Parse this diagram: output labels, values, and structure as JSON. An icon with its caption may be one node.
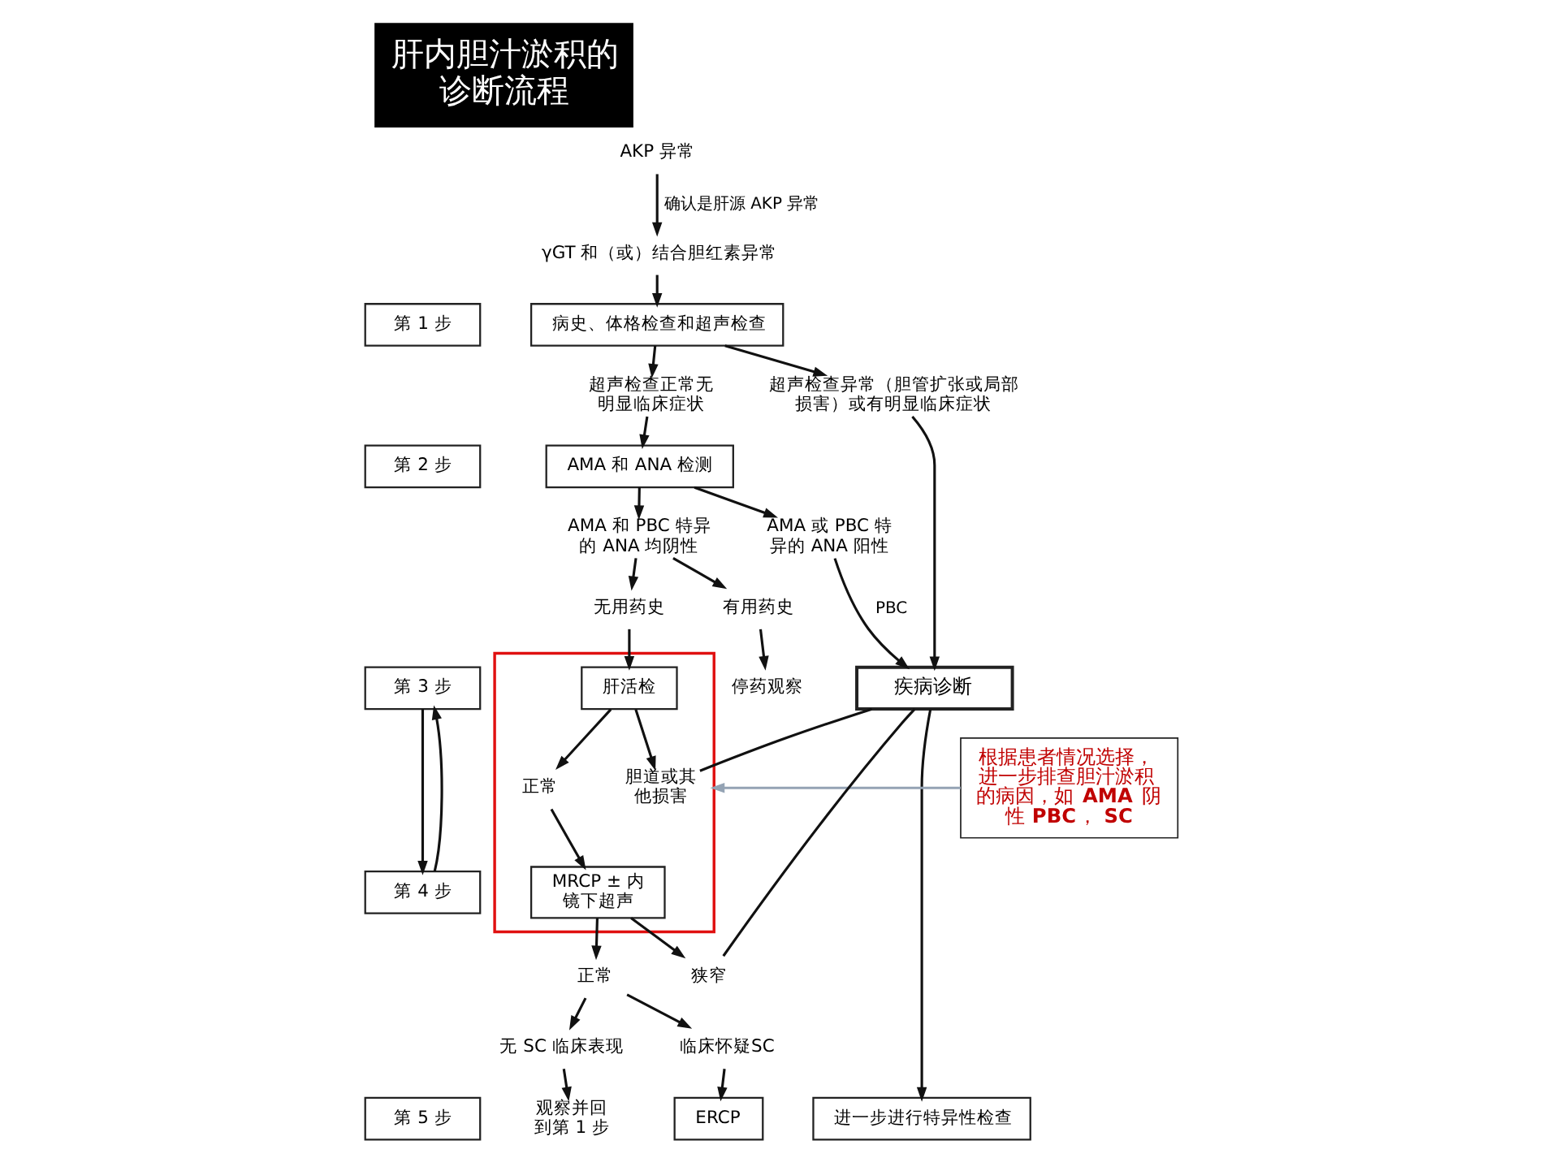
{
  "diagram": {
    "title": "肝内胆汁淤积的诊断流程",
    "nodes": [
      {
        "text": [
          "AKP 异常"
        ]
      },
      {
        "text": [
          "γGT 和（或）结合胆红素异常"
        ]
      },
      {
        "text": [
          "第 1 步"
        ]
      },
      {
        "text": [
          "病史、体格检查和超声检查"
        ]
      },
      {
        "text": [
          "超声检查正常无明显临床症状"
        ]
      },
      {
        "text": [
          "超声检查异常（胆管扩张或局部损害）或有明显临床症状"
        ]
      },
      {
        "text": [
          "第 2 步"
        ]
      },
      {
        "text": [
          "AMA 和 ANA 检测"
        ]
      },
      {
        "text": [
          "AMA 和 PBC 特异的 ANA 均阴性"
        ]
      },
      {
        "text": [
          "AMA 或 PBC 特异的 ANA 阳性"
        ]
      },
      {
        "text": [
          "无用药史"
        ]
      },
      {
        "text": [
          "有用药史"
        ]
      },
      {
        "text": [
          "第 3 步"
        ]
      },
      {
        "text": [],
        "shape": "box"
      },
      {
        "text": [
          "肝活检"
        ],
        "in": 13
      },
      {
        "text": [
          "停药观察"
        ]
      },
      {
        "text": [
          "疾病诊断"
        ]
      },
      {
        "text": [
          "正常"
        ],
        "in": 13
      },
      {
        "text": [
          "胆道或其他损害"
        ],
        "in": 13
      },
      {
        "text": [
          "根据患者情况选择，进一步排查胆汁淤积的病因，如 **AMA** 阴性 **PBC**， **SC**"
        ]
      },
      {
        "text": [
          "第 4 步"
        ]
      },
      {
        "text": [
          "MRCP ± 内镜下超声"
        ],
        "in": 13
      },
      {
        "text": [
          "正常"
        ]
      },
      {
        "text": [
          "狭窄"
        ]
      },
      {
        "text": [
          "无 SC 临床表现"
        ]
      },
      {
        "text": [
          "临床怀疑SC"
        ]
      },
      {
        "text": [
          "第 5 步"
        ]
      },
      {
        "text": [
          "观察并回到第 1 步"
        ]
      },
      {
        "text": [
          "ERCP"
        ]
      },
      {
        "text": [
          "进一步进行特异性检查"
        ]
      }
    ],
    "edges": [
      {
        "from": 0,
        "to": 1,
        "arrow": "to",
        "label": "确认是肝源 AKP 异常"
      },
      {
        "from": 1,
        "to": 3,
        "arrow": "to"
      },
      {
        "from": 3,
        "to": 4,
        "arrow": "to"
      },
      {
        "from": 3,
        "to": 5,
        "arrow": "to"
      },
      {
        "from": 4,
        "to": 7,
        "arrow": "to"
      },
      {
        "from": 5,
        "to": 16,
        "arrow": "to"
      },
      {
        "from": 7,
        "to": 8,
        "arrow": "to"
      },
      {
        "from": 7,
        "to": 9,
        "arrow": "to"
      },
      {
        "from": 9,
        "to": 16,
        "arrow": "to",
        "label": "PBC"
      },
      {
        "from": 8,
        "to": 10,
        "arrow": "to"
      },
      {
        "from": 8,
        "to": 11,
        "arrow": "to"
      },
      {
        "from": 10,
        "to": 14,
        "arrow": "to"
      },
      {
        "from": 11,
        "to": 15,
        "arrow": "to"
      },
      {
        "from": 14,
        "to": 17,
        "arrow": "to"
      },
      {
        "from": 14,
        "to": 18,
        "arrow": "to"
      },
      {
        "from": 18,
        "to": 16,
        "arrow": "none"
      },
      {
        "from": 19,
        "to": 13,
        "arrow": "to",
        "color": "#94a3b4"
      },
      {
        "from": 17,
        "to": 21,
        "arrow": "to"
      },
      {
        "from": 21,
        "to": 22,
        "arrow": "to"
      },
      {
        "from": 21,
        "to": 23,
        "arrow": "to"
      },
      {
        "from": 23,
        "to": 16,
        "arrow": "none"
      },
      {
        "from": 16,
        "to": 29,
        "arrow": "to"
      },
      {
        "from": 22,
        "to": 24,
        "arrow": "to"
      },
      {
        "from": 22,
        "to": 25,
        "arrow": "to"
      },
      {
        "from": 24,
        "to": 27,
        "arrow": "to"
      },
      {
        "from": 25,
        "to": 28,
        "arrow": "to"
      },
      {
        "from": 12,
        "to": 20,
        "arrow": "to"
      },
      {
        "from": 20,
        "to": 12,
        "arrow": "to"
      }
    ]
  }
}
